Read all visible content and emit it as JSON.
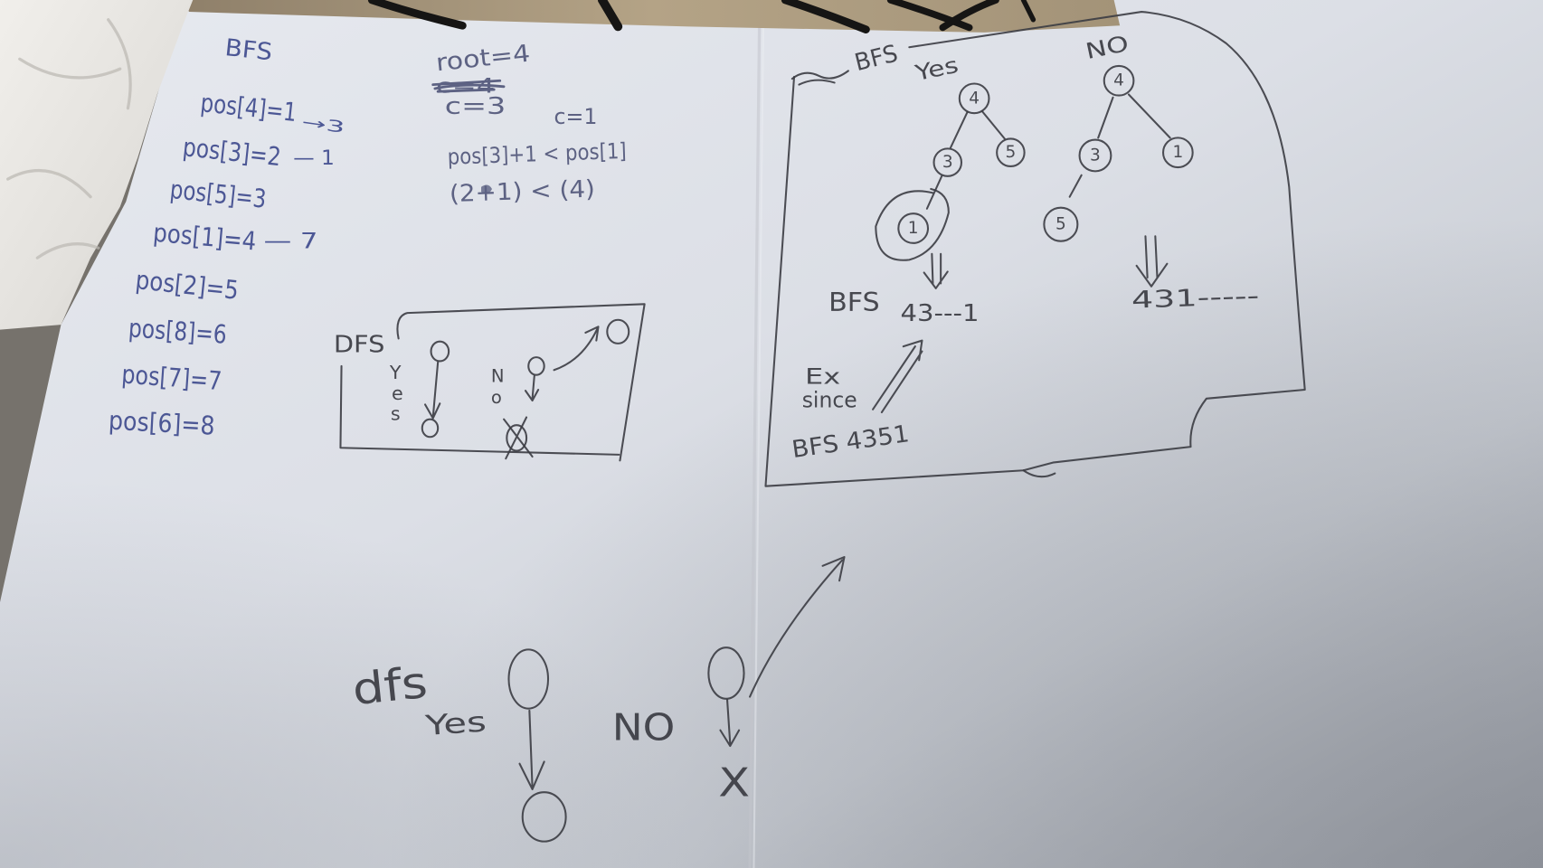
{
  "colors": {
    "blue_ink": "#4c5795",
    "pencil": "#3b3c43",
    "pencil_light": "#5d6283"
  },
  "notes": {
    "position_list": {
      "heading": "BFS",
      "entries": [
        {
          "text": "pos[4]=1",
          "note": "→3"
        },
        {
          "text": "pos[3]=2",
          "note": "— 1"
        },
        {
          "text": "pos[5]=3"
        },
        {
          "text": "pos[1]=4",
          "note": "— 7"
        },
        {
          "text": "pos[2]=5"
        },
        {
          "text": "pos[8]=6"
        },
        {
          "text": "pos[7]=7"
        },
        {
          "text": "pos[6]=8"
        }
      ]
    },
    "calculation": {
      "root": "root=4",
      "crossed_out": "c=4",
      "c_left": "c=3",
      "c_right": "c=1",
      "condition": "pos[3]+1 < pos[1]",
      "substituted": "(2+1) < (4)"
    },
    "dfs_box": {
      "title": "DFS",
      "yes_letters": [
        "Y",
        "e",
        "s"
      ],
      "no_letters": [
        "N",
        "o"
      ]
    },
    "bfs_box": {
      "title": "BFS",
      "yes_tree": {
        "label": "Yes",
        "root": "4",
        "left": "3",
        "right": "5",
        "left_left": "1",
        "order_label": "BFS",
        "order": "43---1"
      },
      "no_tree": {
        "label": "NO",
        "root": "4",
        "left": "3",
        "right": "1",
        "left_left": "5",
        "order": "431-----"
      },
      "example": {
        "line1": "Ex",
        "line2": "since",
        "line3": "BFS 4351"
      }
    },
    "dfs_sketch": {
      "title": "dfs",
      "yes_label": "Yes",
      "no_label": "NO",
      "fail_mark": "X"
    }
  }
}
